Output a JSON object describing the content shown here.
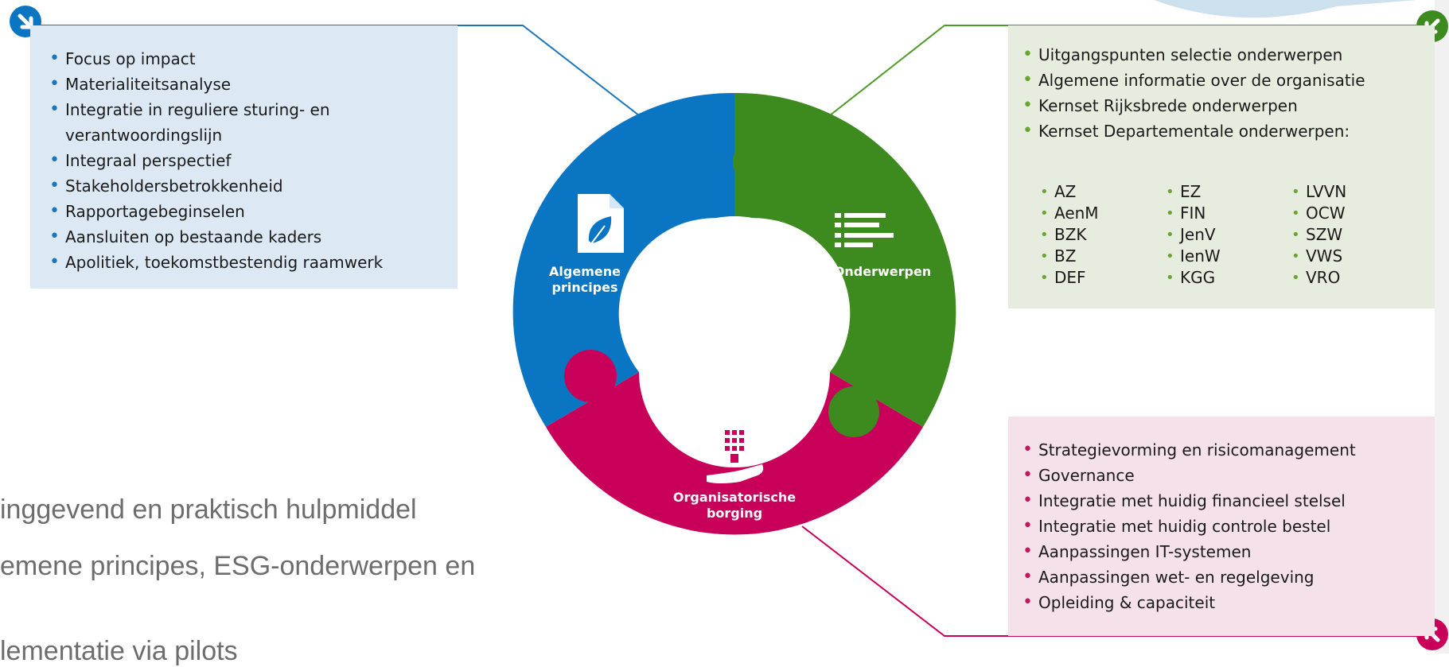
{
  "principles": {
    "items": [
      "Focus op impact",
      "Materialiteitsanalyse",
      "Integratie in reguliere sturing- en verantwoordingslijn",
      "Integraal perspectief",
      "Stakeholdersbetrokkenheid",
      "Rapportagebeginselen",
      "Aansluiten op bestaande kaders",
      "Apolitiek, toekomstbestendig raamwerk"
    ]
  },
  "topics": {
    "items": [
      "Uitgangspunten selectie onderwerpen",
      "Algemene informatie over de organisatie",
      "Kernset Rijksbrede onderwerpen",
      "Kernset Departementale onderwerpen:"
    ],
    "departments": [
      [
        "AZ",
        "AenM",
        "BZK",
        "BZ",
        "DEF"
      ],
      [
        "EZ",
        "FIN",
        "JenV",
        "IenW",
        "KGG"
      ],
      [
        "LVVN",
        "OCW",
        "SZW",
        "VWS",
        "VRO"
      ]
    ]
  },
  "organisation": {
    "items": [
      "Strategievorming en risicomanagement",
      "Governance",
      "Integratie met huidig financieel stelsel",
      "Integratie met huidig controle bestel",
      "Aanpassingen IT-systemen",
      "Aanpassingen wet- en regelgeving",
      "Opleiding & capaciteit"
    ]
  },
  "wheel": {
    "principles_line1": "Algemene",
    "principles_line2": "principes",
    "topics_label": "Onderwerpen",
    "org_line1": "Organisatorische",
    "org_line2": "borging"
  },
  "intro": {
    "line1": "inggevend en praktisch hulpmiddel",
    "line2": "emene principes, ESG-onderwerpen en",
    "line3": "lementatie via pilots"
  },
  "colors": {
    "blue": "#0a75c2",
    "green": "#3d8a1e",
    "magenta": "#c8005a",
    "blue_panel": "#dce9f4",
    "green_panel": "#e6edde",
    "pink_panel": "#f5e1e9"
  },
  "icons": {
    "principles": "document-leaf-icon",
    "topics": "list-lines-icon",
    "organisation": "building-in-hand-icon",
    "corner_top_left": "arrow-down-right-icon",
    "corner_top_right": "arrow-down-left-icon",
    "corner_bottom_right": "arrow-up-left-icon"
  }
}
